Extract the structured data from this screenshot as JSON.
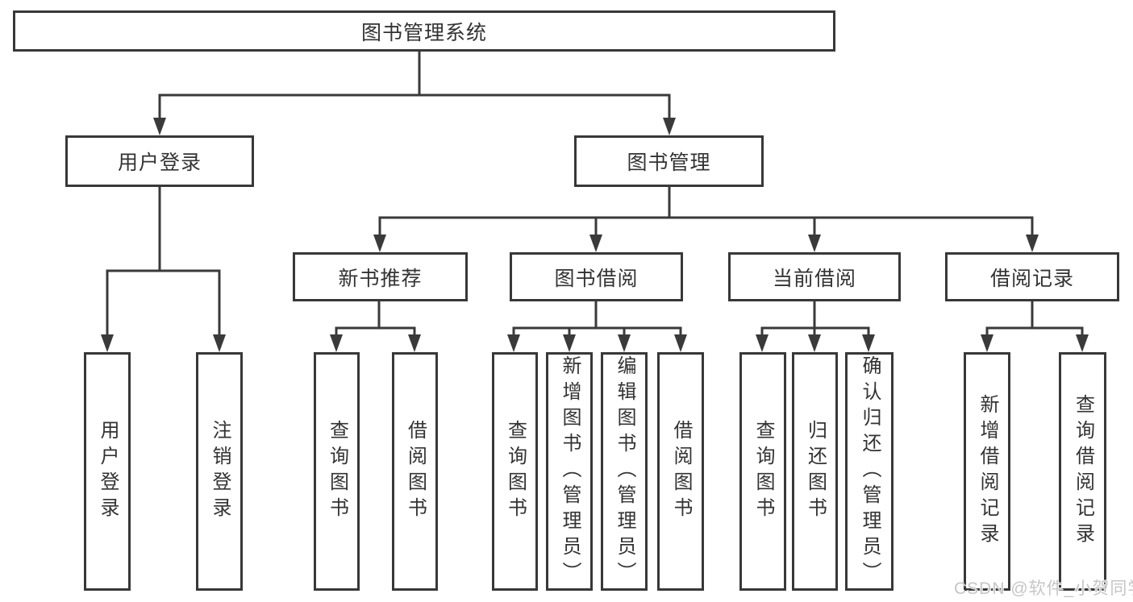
{
  "diagram": {
    "root": {
      "label": "图书管理系统"
    },
    "children": [
      {
        "label": "用户登录",
        "children": [
          {
            "label": "用户登录"
          },
          {
            "label": "注销登录"
          }
        ]
      },
      {
        "label": "图书管理",
        "children": [
          {
            "label": "新书推荐",
            "children": [
              {
                "label": "查询图书"
              },
              {
                "label": "借阅图书"
              }
            ]
          },
          {
            "label": "图书借阅",
            "children": [
              {
                "label": "查询图书"
              },
              {
                "label": "新增图书（管理员）"
              },
              {
                "label": "编辑图书（管理员）"
              },
              {
                "label": "借阅图书"
              }
            ]
          },
          {
            "label": "当前借阅",
            "children": [
              {
                "label": "查询图书"
              },
              {
                "label": "归还图书"
              },
              {
                "label": "确认归还（管理员）"
              }
            ]
          },
          {
            "label": "借阅记录",
            "children": [
              {
                "label": "新增借阅记录"
              },
              {
                "label": "查询借阅记录"
              }
            ]
          }
        ]
      }
    ]
  },
  "watermark": {
    "text": "CSDN @软件_小贺同学"
  },
  "colors": {
    "line": "#3a3a3a",
    "box_border": "#383838",
    "box_fill": "#ffffff",
    "text": "#333333",
    "watermark": "#c6c6c6",
    "background": "#ffffff"
  }
}
